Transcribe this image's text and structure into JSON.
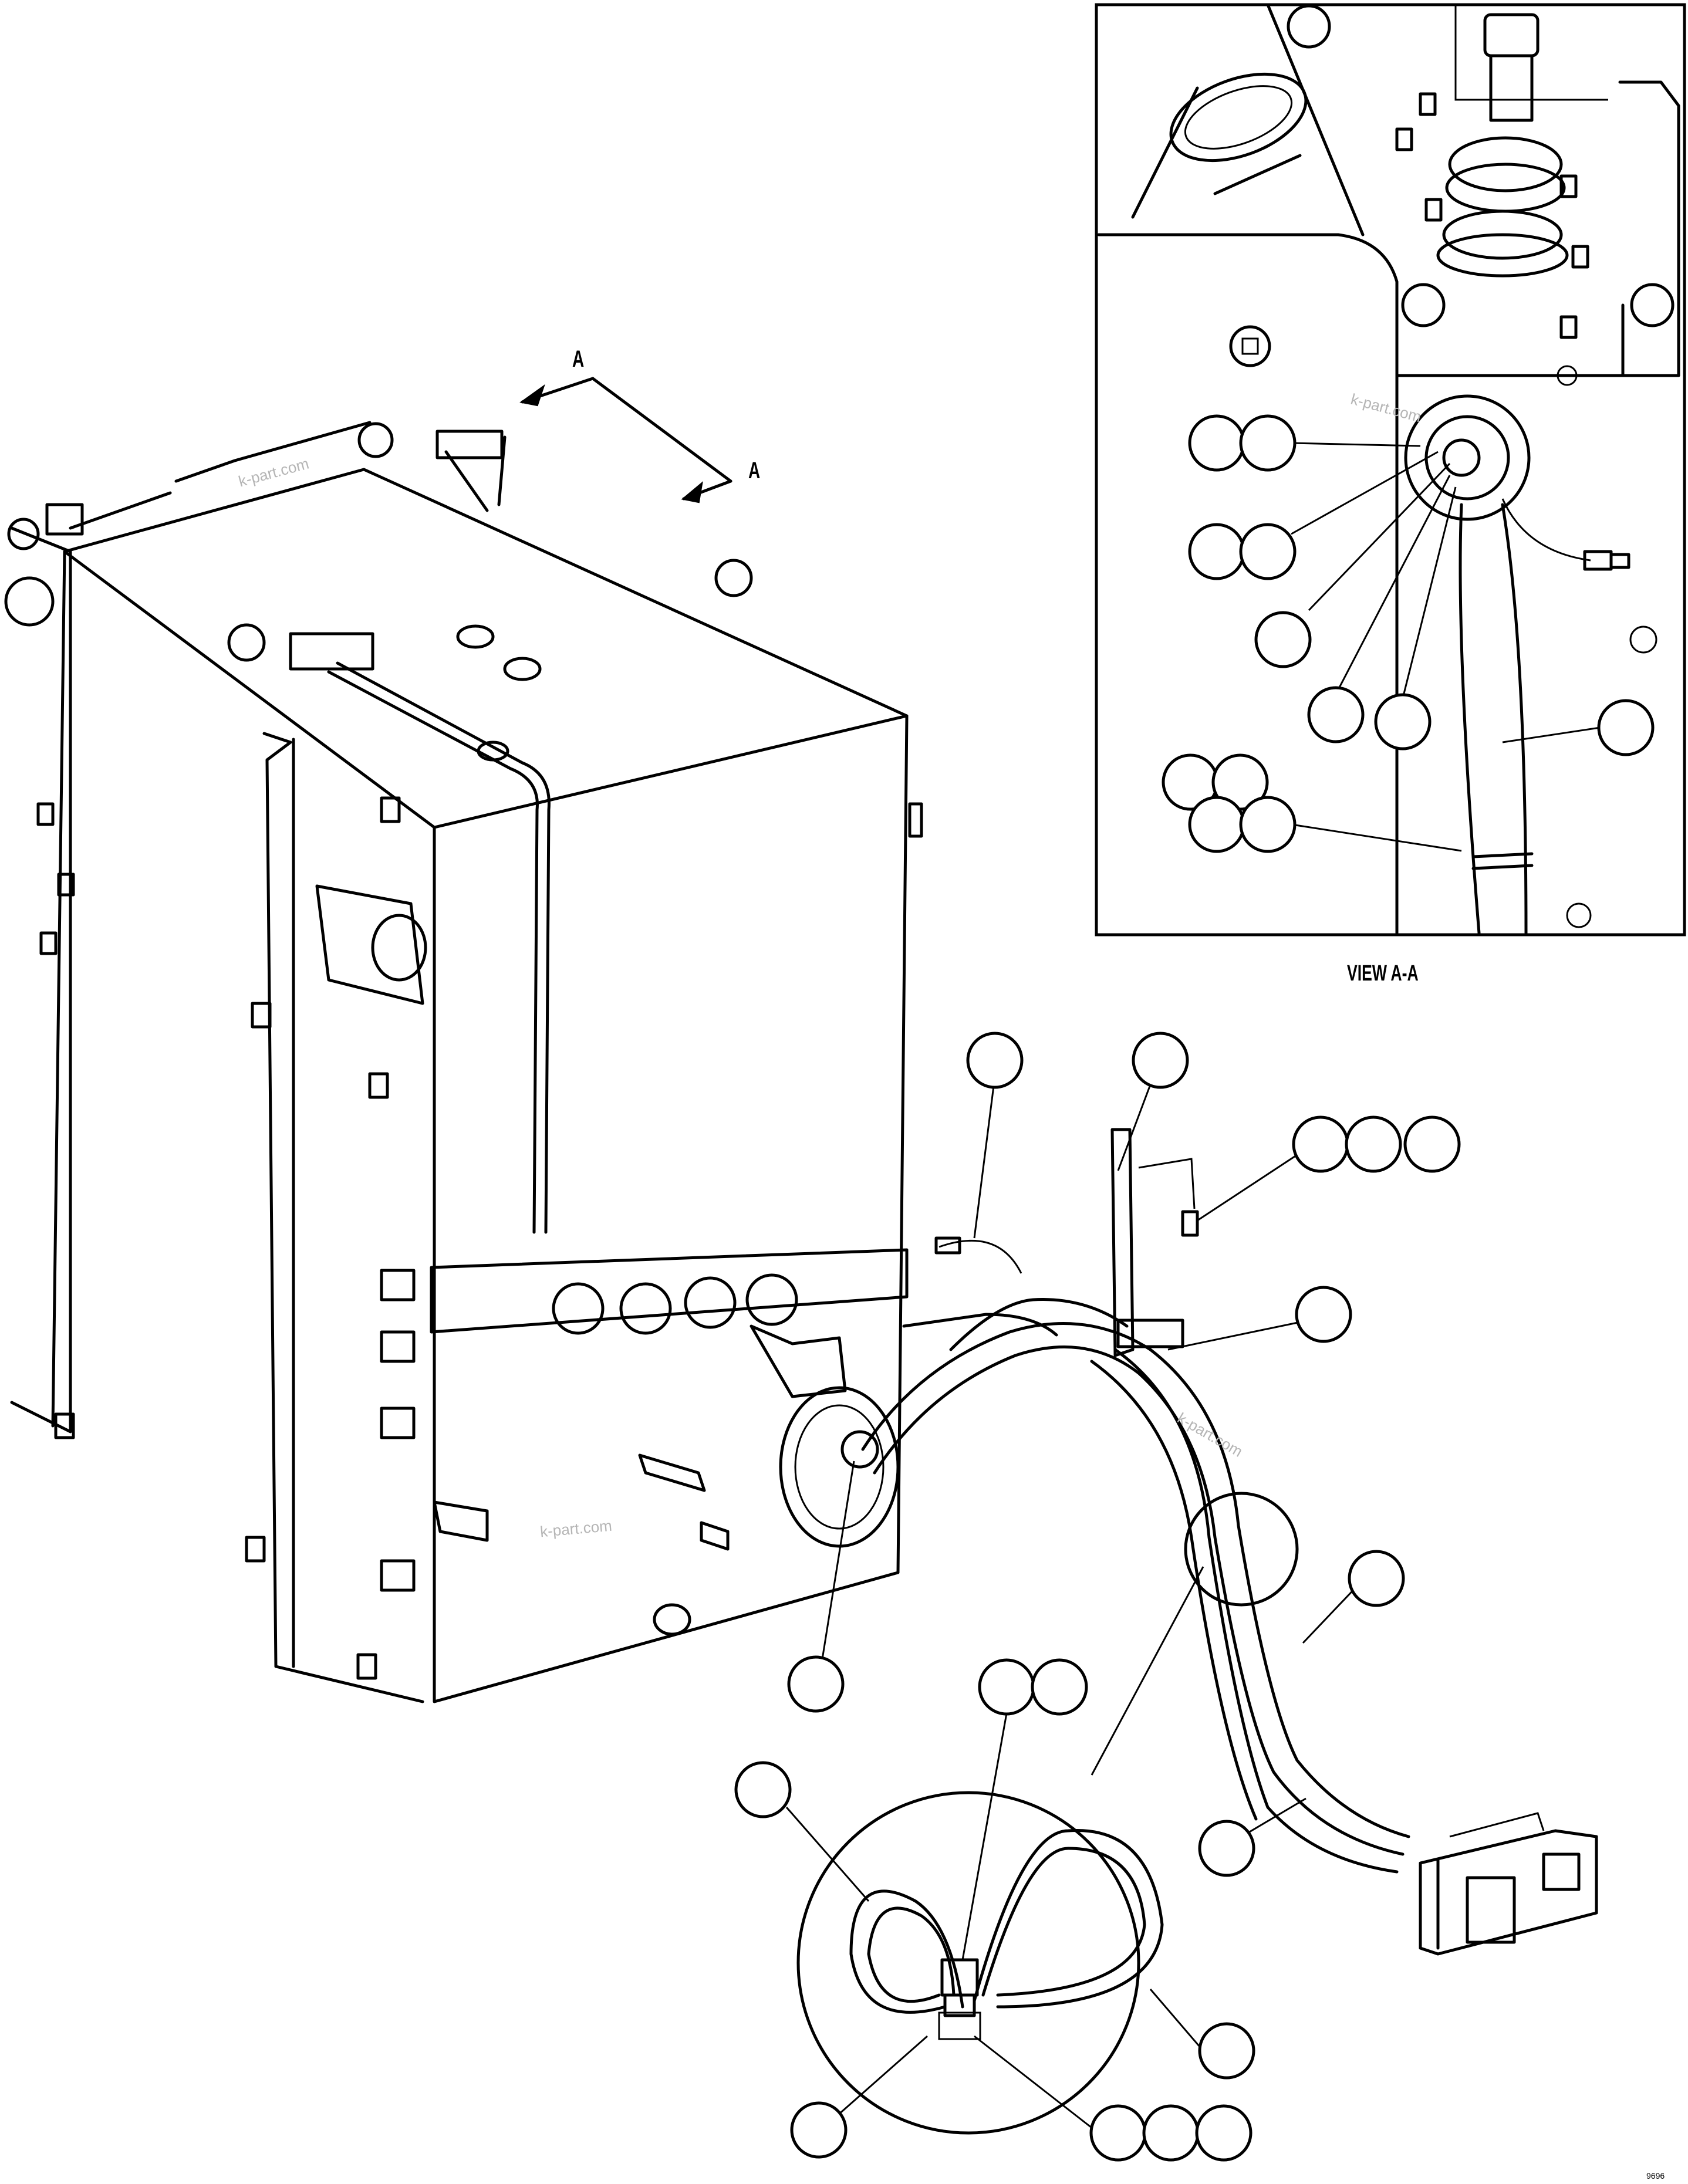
{
  "view_label": "VIEW A-A",
  "section_marker": {
    "letter_1": "A",
    "letter_2": "A"
  },
  "watermark": "k-part.com",
  "drawing_code": "9696",
  "callout_bubbles_count": 35
}
